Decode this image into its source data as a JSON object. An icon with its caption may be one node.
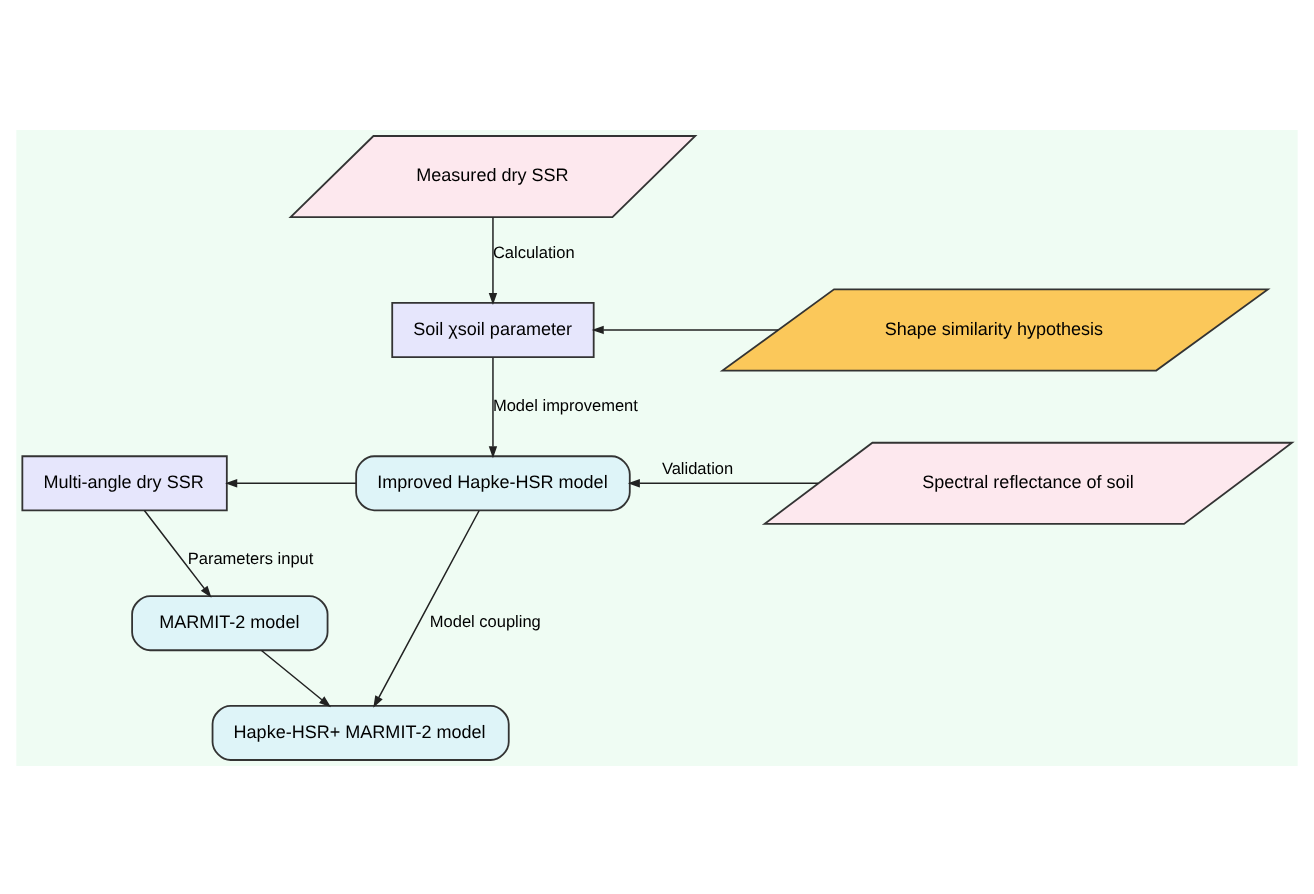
{
  "diagram": {
    "nodes": [
      {
        "text": [
          "Measured dry SSR"
        ]
      },
      {
        "text": [
          "Soil χsoil parameter"
        ]
      },
      {
        "text": [
          "Shape similarity hypothesis"
        ]
      },
      {
        "text": [
          "Improved Hapke-HSR model"
        ]
      },
      {
        "text": [
          "Spectral reflectance of soil"
        ]
      },
      {
        "text": [
          "Multi-angle dry SSR"
        ]
      },
      {
        "text": [
          "MARMIT-2 model"
        ]
      },
      {
        "text": [
          "Hapke-HSR+ MARMIT-2 model"
        ]
      }
    ],
    "edges": [
      {
        "from": 0,
        "to": 1,
        "arrow": "to",
        "label": "Calculation"
      },
      {
        "from": 2,
        "to": 1,
        "arrow": "to"
      },
      {
        "from": 1,
        "to": 3,
        "arrow": "to",
        "label": "Model improvement"
      },
      {
        "from": 4,
        "to": 3,
        "arrow": "to",
        "label": "Validation"
      },
      {
        "from": 3,
        "to": 5,
        "arrow": "to"
      },
      {
        "from": 5,
        "to": 6,
        "arrow": "to",
        "label": "Parameters input"
      },
      {
        "from": 3,
        "to": 7,
        "arrow": "to",
        "label": "Model coupling"
      },
      {
        "from": 6,
        "to": 7,
        "arrow": "to"
      }
    ]
  }
}
